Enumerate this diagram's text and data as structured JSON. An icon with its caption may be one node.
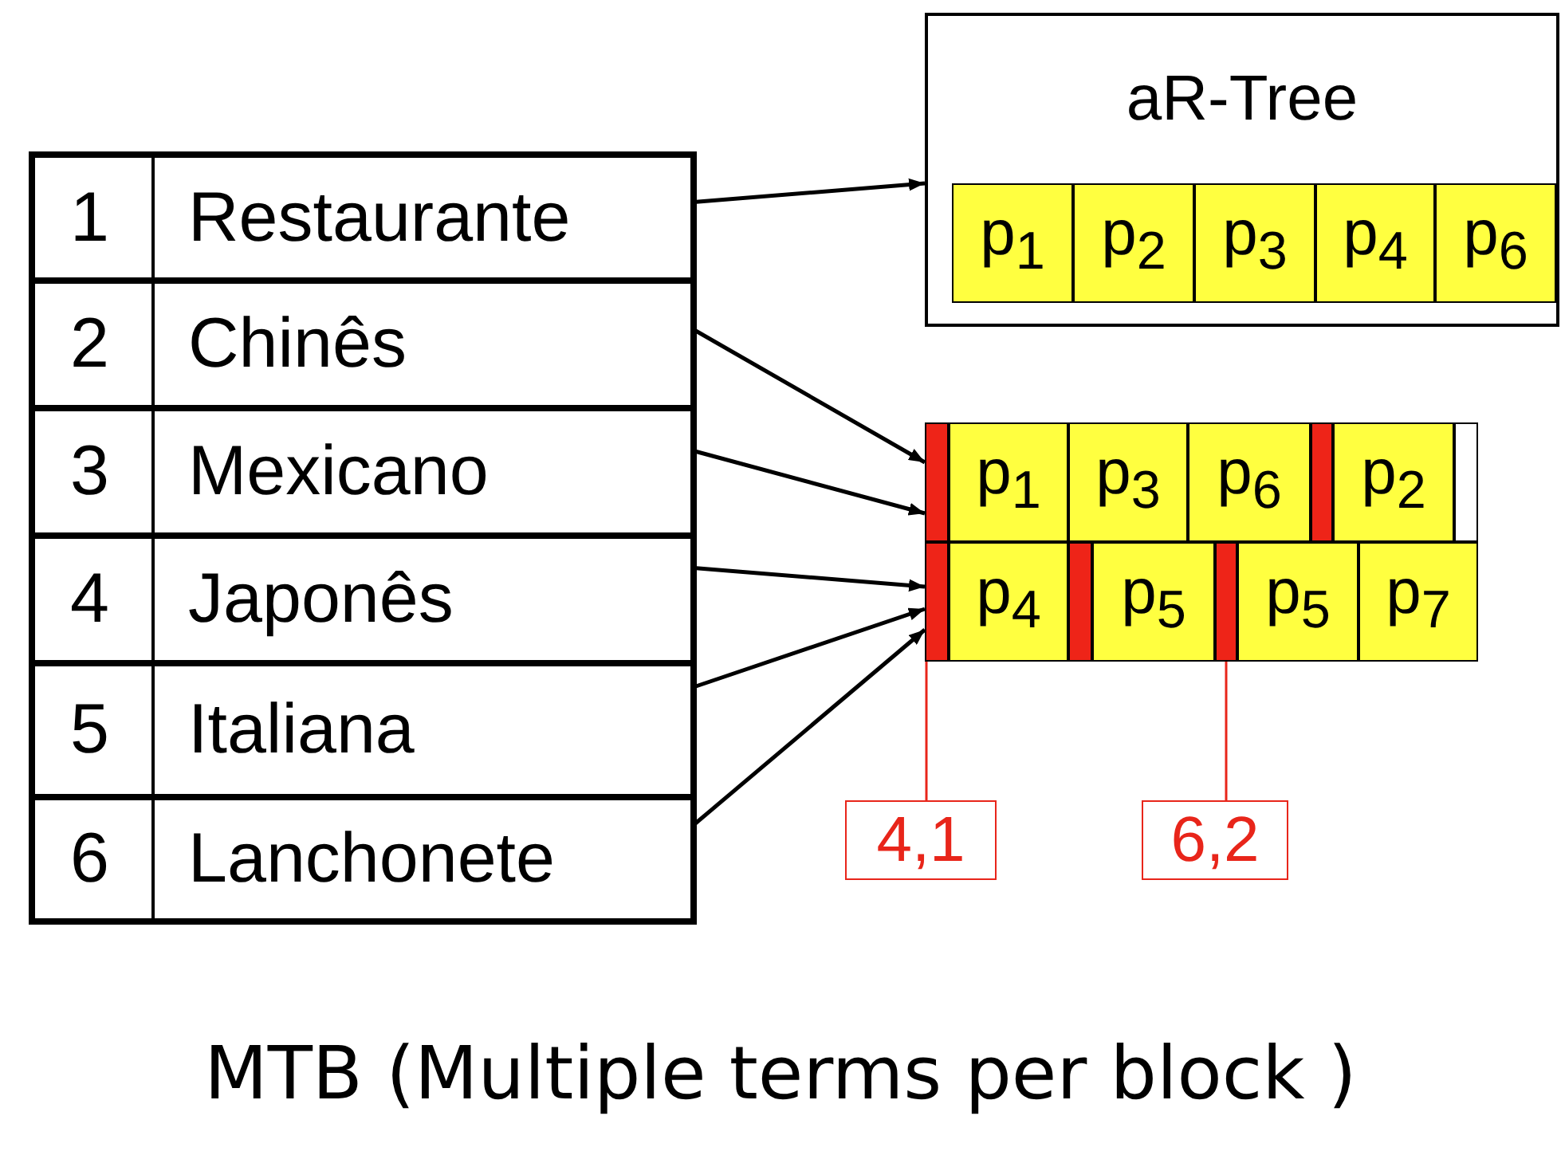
{
  "diagram": {
    "caption": "MTB (Multiple terms per block )",
    "nodes": [
      {
        "text": [
          "1",
          "Restaurante"
        ]
      },
      {
        "text": [
          "2",
          "Chinês"
        ]
      },
      {
        "text": [
          "3",
          "Mexicano"
        ]
      },
      {
        "text": [
          "4",
          "Japonês"
        ]
      },
      {
        "text": [
          "5",
          "Italiana"
        ]
      },
      {
        "text": [
          "6",
          "Lanchonete"
        ]
      },
      {
        "text": [
          "aR-Tree"
        ]
      },
      {
        "text": [
          "p$_{1}$"
        ],
        "in": 6
      },
      {
        "text": [
          "p$_{2}$"
        ],
        "in": 6
      },
      {
        "text": [
          "p$_{3}$"
        ],
        "in": 6
      },
      {
        "text": [
          "p$_{4}$"
        ],
        "in": 6
      },
      {
        "text": [
          "p$_{6}$"
        ],
        "in": 6
      },
      {
        "text": [],
        "shape": "bar"
      },
      {
        "text": [
          "p$_{1}$"
        ]
      },
      {
        "text": [
          "p$_{3}$"
        ]
      },
      {
        "text": [
          "p$_{6}$"
        ]
      },
      {
        "text": [],
        "shape": "bar"
      },
      {
        "text": [
          "p$_{2}$"
        ]
      },
      {
        "text": [],
        "shape": "box"
      },
      {
        "text": [],
        "shape": "bar"
      },
      {
        "text": [
          "p$_{4}$"
        ]
      },
      {
        "text": [],
        "shape": "bar"
      },
      {
        "text": [
          "p$_{5}$"
        ]
      },
      {
        "text": [],
        "shape": "bar"
      },
      {
        "text": [
          "p$_{5}$"
        ]
      },
      {
        "text": [
          "p$_{7}$"
        ]
      },
      {
        "text": [
          "4,1"
        ]
      },
      {
        "text": [
          "6,2"
        ]
      }
    ],
    "edges": [
      {
        "from": 0,
        "to": 6,
        "arrow": "to"
      },
      {
        "from": 1,
        "to": 12,
        "arrow": "to"
      },
      {
        "from": 2,
        "to": 12,
        "arrow": "to"
      },
      {
        "from": 3,
        "to": 19,
        "arrow": "to"
      },
      {
        "from": 4,
        "to": 19,
        "arrow": "to"
      },
      {
        "from": 5,
        "to": 19,
        "arrow": "to"
      },
      {
        "from": 26,
        "to": 19,
        "arrow": "none",
        "color": "#e8251a"
      },
      {
        "from": 27,
        "to": 23,
        "arrow": "none",
        "color": "#e8251a"
      }
    ]
  }
}
